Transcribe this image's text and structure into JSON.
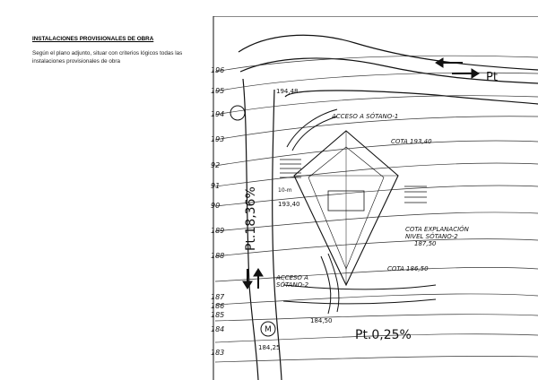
{
  "document": {
    "title": "INSTALACIONES PROVISIONALES DE OBRA",
    "instruction": "Según el plano adjunto, situar con criterios lógicos todas las instalaciones provisionales de obra"
  },
  "plan": {
    "contour_levels": [
      "196",
      "195",
      "194",
      "193",
      "92",
      "91",
      "90",
      "189",
      "188",
      "187",
      "186",
      "185",
      "184",
      "183"
    ],
    "slope_top": "Pt",
    "slope_left": "Pt.18,36%",
    "slope_bottom": "Pt.0,25%",
    "spot_elevations": {
      "top": "194,48",
      "mid": "193,40",
      "bottom": "184,50",
      "bottom_left": "184,25"
    },
    "labels": {
      "access_1": "ACCESO A SÓTANO-1",
      "access_2_line1": "ACCESO A",
      "access_2_line2": "SÓTANO-2",
      "cota_top": "COTA 193,40",
      "cota_explanacion_line1": "COTA EXPLANACIÓN",
      "cota_explanacion_line2": "NIVEL SÓTANO-2",
      "cota_explanacion_value": "187,50",
      "cota_bottom": "COTA 186,50",
      "dim": "10-m",
      "metro": "M"
    }
  }
}
